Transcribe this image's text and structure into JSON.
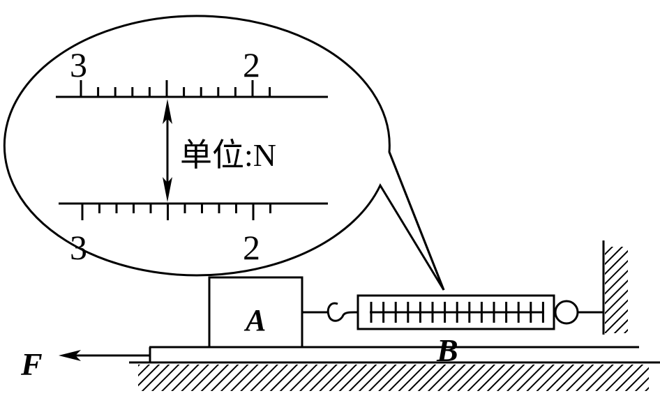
{
  "magnified_scale": {
    "top_labels": [
      "3",
      "2"
    ],
    "bottom_labels": [
      "3",
      "2"
    ],
    "unit_label": "单位:N"
  },
  "labels": {
    "block_a": "A",
    "board_b": "B",
    "force": "F"
  },
  "colors": {
    "ink": "#000000",
    "background": "#ffffff"
  }
}
